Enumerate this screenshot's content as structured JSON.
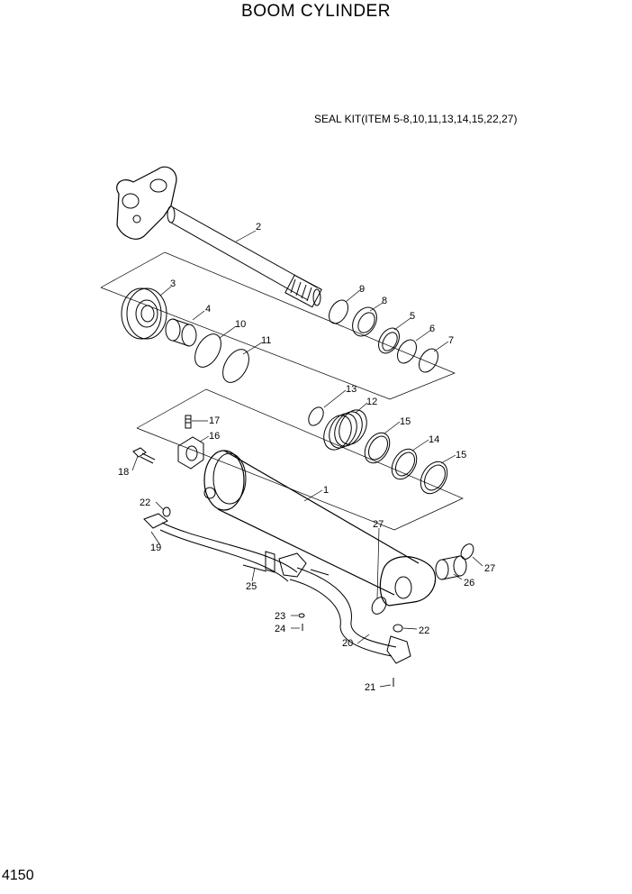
{
  "title": "BOOM CYLINDER",
  "seal_kit_note": "SEAL KIT(ITEM 5-8,10,11,13,14,15,22,27)",
  "page_number": "4150",
  "callouts": [
    {
      "id": "c2",
      "label": "2"
    },
    {
      "id": "c3",
      "label": "3"
    },
    {
      "id": "c4",
      "label": "4"
    },
    {
      "id": "c10",
      "label": "10"
    },
    {
      "id": "c11",
      "label": "11"
    },
    {
      "id": "c9",
      "label": "9"
    },
    {
      "id": "c8",
      "label": "8"
    },
    {
      "id": "c5",
      "label": "5"
    },
    {
      "id": "c6",
      "label": "6"
    },
    {
      "id": "c7",
      "label": "7"
    },
    {
      "id": "c13",
      "label": "13"
    },
    {
      "id": "c12",
      "label": "12"
    },
    {
      "id": "c15a",
      "label": "15"
    },
    {
      "id": "c14",
      "label": "14"
    },
    {
      "id": "c15b",
      "label": "15"
    },
    {
      "id": "c17",
      "label": "17"
    },
    {
      "id": "c16",
      "label": "16"
    },
    {
      "id": "c18",
      "label": "18"
    },
    {
      "id": "c1",
      "label": "1"
    },
    {
      "id": "c22a",
      "label": "22"
    },
    {
      "id": "c19",
      "label": "19"
    },
    {
      "id": "c27a",
      "label": "27"
    },
    {
      "id": "c27b",
      "label": "27"
    },
    {
      "id": "c26",
      "label": "26"
    },
    {
      "id": "c25",
      "label": "25"
    },
    {
      "id": "c23",
      "label": "23"
    },
    {
      "id": "c24",
      "label": "24"
    },
    {
      "id": "c22b",
      "label": "22"
    },
    {
      "id": "c20",
      "label": "20"
    },
    {
      "id": "c21",
      "label": "21"
    }
  ]
}
